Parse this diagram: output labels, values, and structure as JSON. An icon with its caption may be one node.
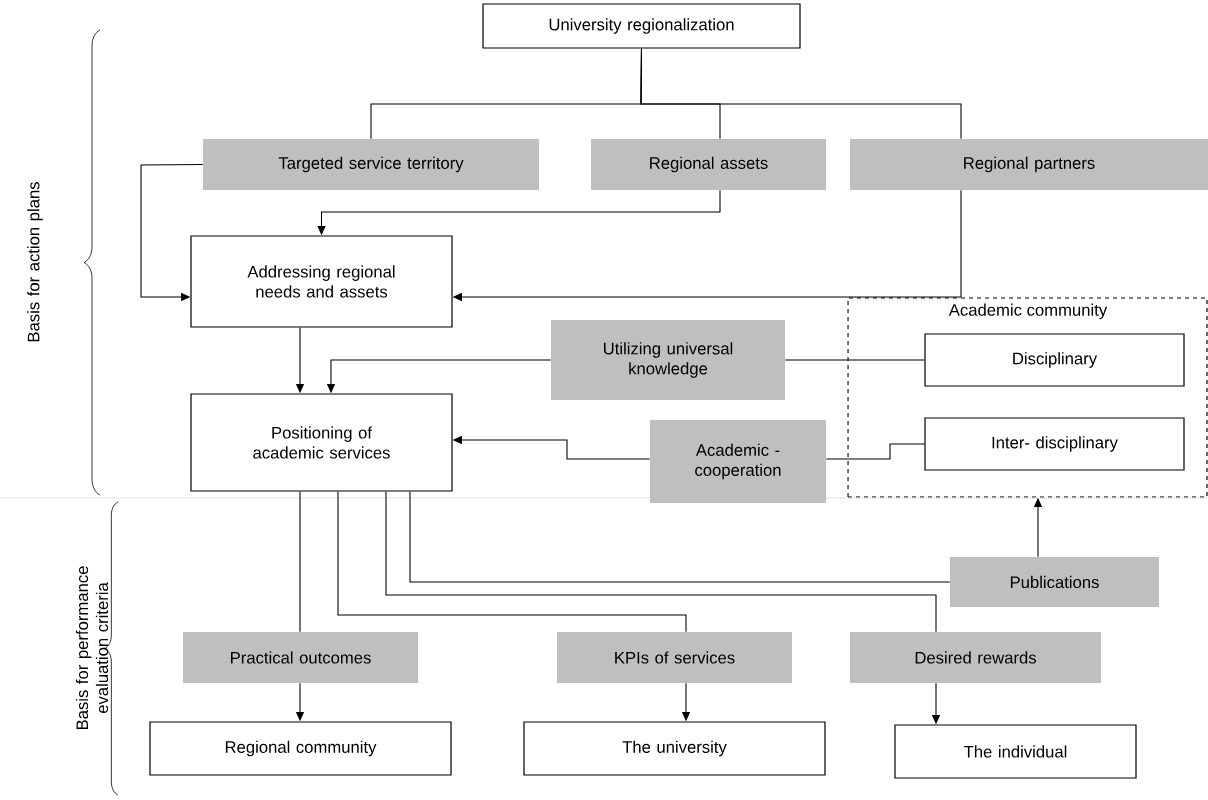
{
  "diagram": {
    "nodes": [
      {
        "text": [
          "University regionalization"
        ]
      },
      {
        "text": [
          "Targeted service territory"
        ]
      },
      {
        "text": [
          "Regional assets"
        ]
      },
      {
        "text": [
          "Regional partners"
        ]
      },
      {
        "text": [
          "Addressing regional needs and assets"
        ]
      },
      {
        "text": [
          "Positioning of academic services"
        ]
      },
      {
        "text": [
          "Utilizing universal knowledge"
        ]
      },
      {
        "text": [
          "Academic - cooperation"
        ]
      },
      {
        "text": [
          "Academic community"
        ]
      },
      {
        "text": [
          "Disciplinary"
        ],
        "in": 8
      },
      {
        "text": [
          "Inter- disciplinary"
        ],
        "in": 8
      },
      {
        "text": [
          "Publications"
        ]
      },
      {
        "text": [
          "Practical outcomes"
        ]
      },
      {
        "text": [
          "KPIs of services"
        ]
      },
      {
        "text": [
          "Desired rewards"
        ]
      },
      {
        "text": [
          "Regional community"
        ]
      },
      {
        "text": [
          "The university"
        ]
      },
      {
        "text": [
          "The individual"
        ]
      }
    ],
    "edges": [
      {
        "from": 0,
        "to": 1,
        "arrow": "none"
      },
      {
        "from": 0,
        "to": 2,
        "arrow": "none"
      },
      {
        "from": 0,
        "to": 3,
        "arrow": "none"
      },
      {
        "from": 1,
        "to": 4,
        "arrow": "to"
      },
      {
        "from": 2,
        "to": 4,
        "arrow": "to"
      },
      {
        "from": 3,
        "to": 4,
        "arrow": "to"
      },
      {
        "from": 4,
        "to": 5,
        "arrow": "to"
      },
      {
        "from": 6,
        "to": 5,
        "arrow": "to"
      },
      {
        "from": 9,
        "to": 6,
        "arrow": "none"
      },
      {
        "from": 10,
        "to": 7,
        "arrow": "none"
      },
      {
        "from": 7,
        "to": 5,
        "arrow": "to"
      },
      {
        "from": 11,
        "to": 8,
        "arrow": "to"
      },
      {
        "from": 5,
        "to": 11,
        "arrow": "none"
      },
      {
        "from": 5,
        "to": 14,
        "arrow": "none"
      },
      {
        "from": 5,
        "to": 13,
        "arrow": "none"
      },
      {
        "from": 5,
        "to": 12,
        "arrow": "none"
      },
      {
        "from": 12,
        "to": 15,
        "arrow": "to"
      },
      {
        "from": 13,
        "to": 16,
        "arrow": "to"
      },
      {
        "from": 14,
        "to": 17,
        "arrow": "to"
      }
    ],
    "labels": [
      "Basis for action plans",
      "Basis for performance evaluation criteria"
    ]
  }
}
